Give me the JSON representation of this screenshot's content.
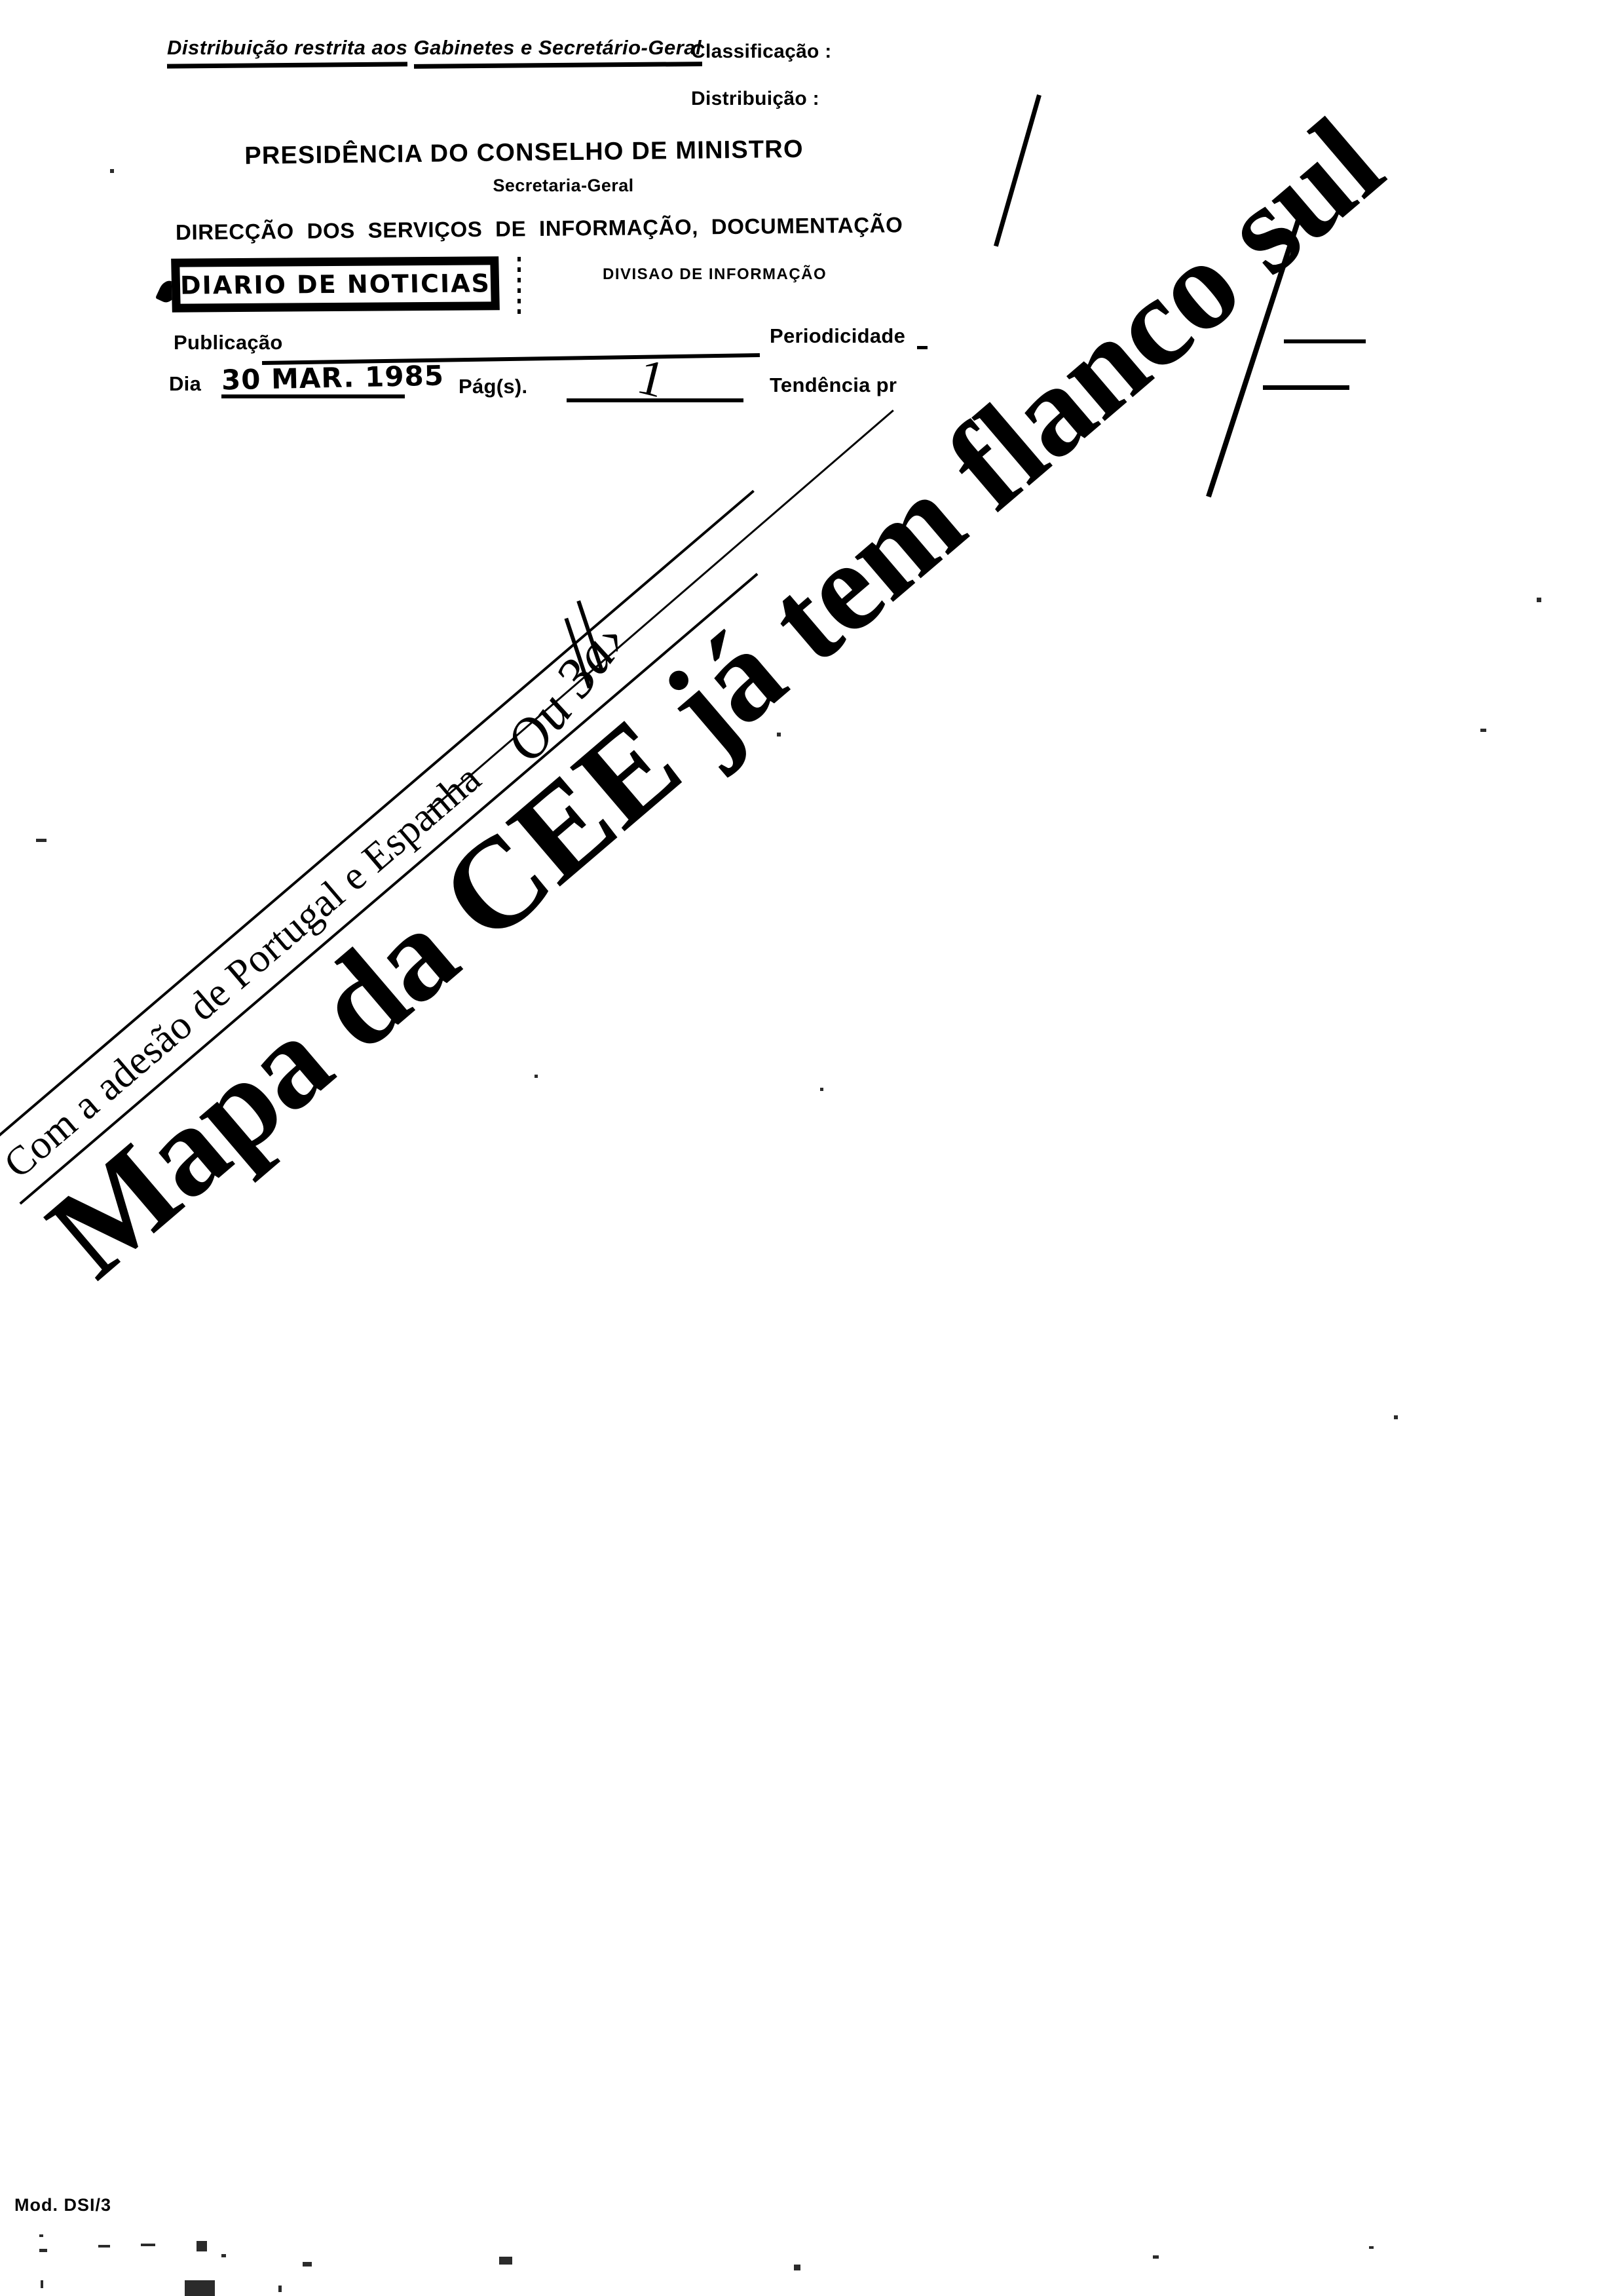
{
  "form": {
    "distribution_restricted_line1": "Distribuição restrita aos",
    "distribution_restricted_line2": "Gabinetes e Secretário-Geral",
    "classification_label": "Classificação :",
    "distribution_label": "Distribuição :",
    "organisation_title": "PRESIDÊNCIA DO CONSELHO DE MINISTRO",
    "organisation_subtitle": "Secretaria-Geral",
    "department": "DIRECÇÃO DOS SERVIÇOS DE INFORMAÇÃO, DOCUMENTAÇÃO",
    "division": "DIVISAO DE INFORMAÇÃO",
    "newspaper_stamp": "DIARIO DE NOTICIAS",
    "publicacao_label": "Publicação",
    "publicacao_value": "",
    "periodicidade_label": "Periodicidade",
    "periodicidade_value": "",
    "dia_label": "Dia",
    "dia_value": "30 MAR. 1985",
    "pags_label": "Pág(s).",
    "pags_value": "1",
    "tendencia_label": "Tendência pr"
  },
  "clipping": {
    "kicker": "Com a adesão de Portugal e Espanha",
    "headline": "Mapa da CEE já tem flanco sul",
    "handwritten_annotation": "Ou 3a›"
  },
  "footer": {
    "form_code": "Mod. DSI/3"
  }
}
